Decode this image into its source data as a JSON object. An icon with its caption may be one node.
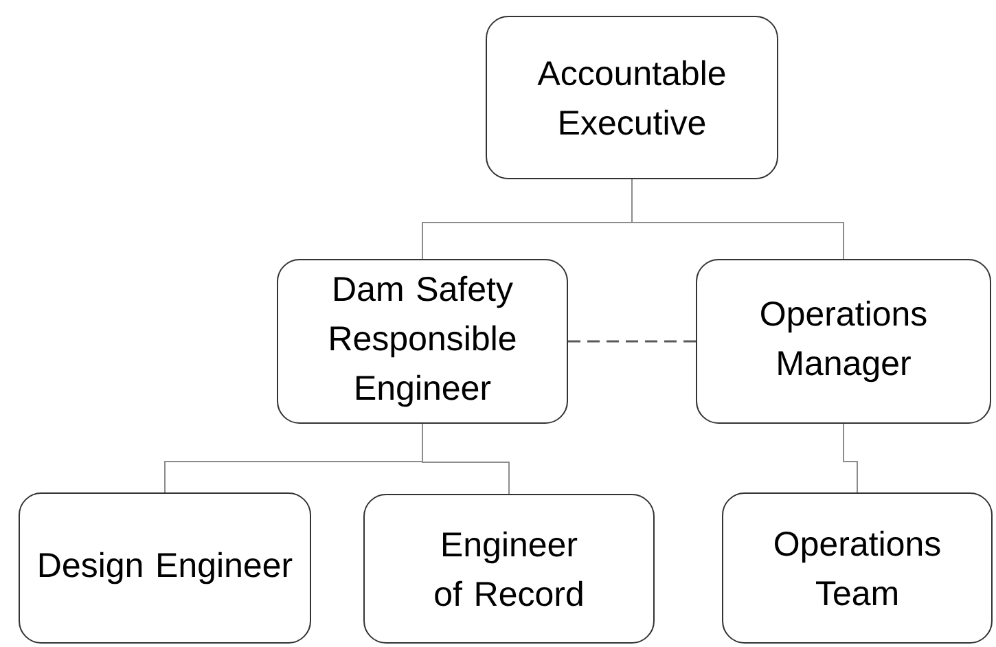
{
  "diagram": {
    "nodes": [
      {
        "text": [
          "Accountable Executive"
        ]
      },
      {
        "text": [
          "Dam Safety Responsible Engineer"
        ]
      },
      {
        "text": [
          "Operations Manager"
        ]
      },
      {
        "text": [
          "Design Engineer"
        ]
      },
      {
        "text": [
          "Engineer of Record"
        ]
      },
      {
        "text": [
          "Operations Team"
        ]
      }
    ],
    "edges": [
      {
        "from": 0,
        "to": 1,
        "arrow": "none"
      },
      {
        "from": 0,
        "to": 2,
        "arrow": "none"
      },
      {
        "from": 1,
        "to": 2,
        "arrow": "none",
        "style": "dashed"
      },
      {
        "from": 1,
        "to": 3,
        "arrow": "none"
      },
      {
        "from": 1,
        "to": 4,
        "arrow": "none"
      },
      {
        "from": 2,
        "to": 5,
        "arrow": "none"
      }
    ]
  }
}
